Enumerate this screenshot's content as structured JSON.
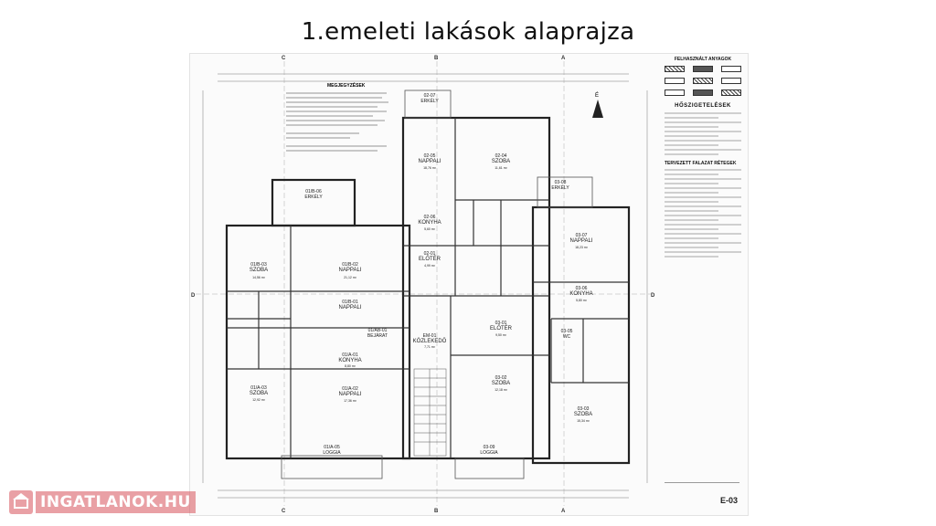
{
  "title": "1.emeleti lakások alaprajza",
  "legend": {
    "title": "FELHASZNÁLT ANYAGOK",
    "heating_heading": "HŐSZIGETELÉSEK",
    "wall_heading": "TERVEZETT FALAZAT RÉTEGEK"
  },
  "stamp": {
    "code": "E-03"
  },
  "watermark": {
    "text": "INGATLANOK.HU",
    "color": "#d8545d"
  },
  "notes": {
    "title": "MEGJEGYZÉSEK"
  },
  "rooms": [
    {
      "id": "01/B-06",
      "name": "ERKÉLY"
    },
    {
      "id": "01/B-03",
      "name": "SZOBA",
      "area": "14,56 m²"
    },
    {
      "id": "01/B-02",
      "name": "NAPPALI",
      "area": "21,12 m²"
    },
    {
      "id": "01/B-01",
      "name": "NAPPALI"
    },
    {
      "id": "01/A-01",
      "name": "KONYHA",
      "area": "8,80 m²"
    },
    {
      "id": "01/A-02",
      "name": "NAPPALI",
      "area": "17,36 m²"
    },
    {
      "id": "01/A-03",
      "name": "SZOBA",
      "area": "12,92 m²"
    },
    {
      "id": "01/A-05",
      "name": "LOGGIA"
    },
    {
      "id": "01/AB-01",
      "name": "BEJÁRAT"
    },
    {
      "id": "EM-01",
      "name": "KÖZLEKEDŐ",
      "area": "7,71 m²"
    },
    {
      "id": "02-05",
      "name": "NAPPALI",
      "area": "18,76 m²"
    },
    {
      "id": "02-04",
      "name": "SZOBA",
      "area": "11,61 m²"
    },
    {
      "id": "02-06",
      "name": "KONYHA",
      "area": "5,60 m²"
    },
    {
      "id": "02-01",
      "name": "ELŐTÉR",
      "area": "4,99 m²"
    },
    {
      "id": "02-07",
      "name": "ERKÉLY"
    },
    {
      "id": "03-07",
      "name": "NAPPALI",
      "area": "18,23 m²"
    },
    {
      "id": "03-06",
      "name": "KONYHA",
      "area": "5,80 m²"
    },
    {
      "id": "03-01",
      "name": "ELŐTÉR",
      "area": "9,50 m²"
    },
    {
      "id": "03-02",
      "name": "SZOBA",
      "area": "12,18 m²"
    },
    {
      "id": "03-03",
      "name": "SZOBA",
      "area": "15,34 m²"
    },
    {
      "id": "03-05",
      "name": "WC"
    },
    {
      "id": "03-09",
      "name": "LOGGIA"
    },
    {
      "id": "03-08",
      "name": "ERKÉLY"
    }
  ],
  "axis_labels": {
    "a": "A",
    "b": "B",
    "c": "C",
    "d": "D"
  },
  "compass": {
    "label": "É"
  }
}
